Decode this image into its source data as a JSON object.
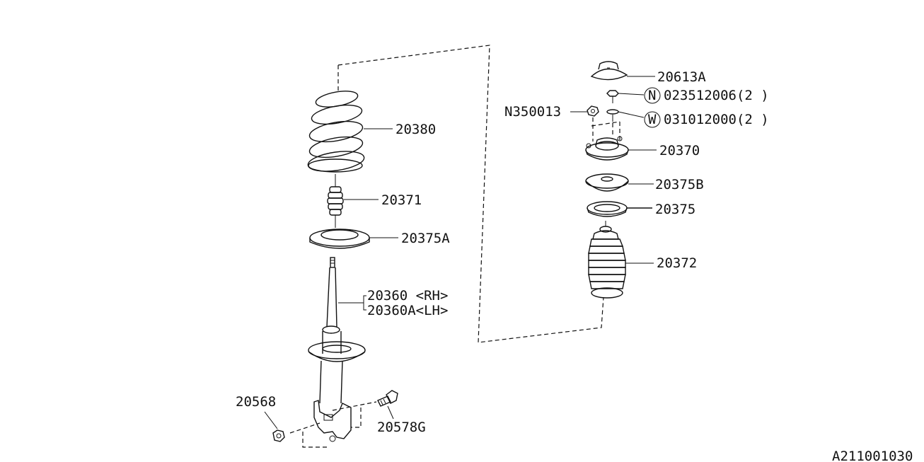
{
  "diagram": {
    "reference_code": "A211001030",
    "parts": {
      "top_cover": "20613A",
      "nut_symbol": "N",
      "nut_part": "023512006(2 )",
      "washer_symbol": "W",
      "washer_part": "031012000(2 )",
      "self_lock_nut": "N350013",
      "strut_mount": "20370",
      "upper_seat": "20375B",
      "rubber_seat": "20375",
      "dust_boot": "20372",
      "coil_spring": "20380",
      "helper_spring": "20371",
      "lower_seat": "20375A",
      "strut_rh": "20360 <RH>",
      "strut_lh": "20360A<LH>",
      "nut_bottom": "20568",
      "bolt_bottom": "20578G"
    }
  }
}
